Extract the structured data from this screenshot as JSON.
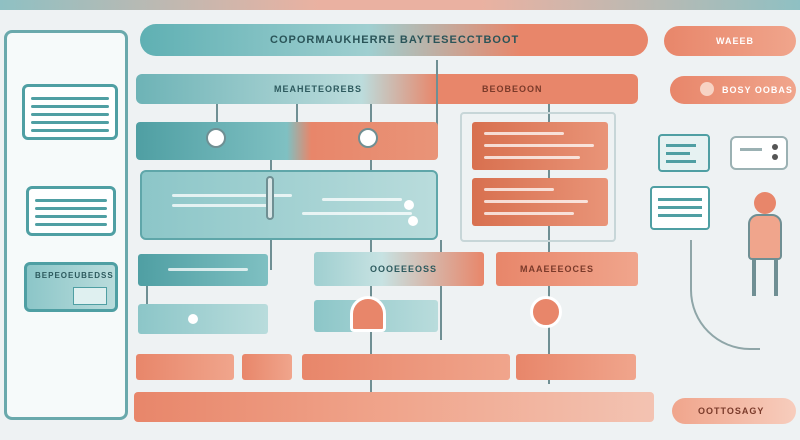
{
  "header": {
    "title": "COPORMAUKHERRE BAYTESECCTBOOT",
    "right_tab": "WAEEB"
  },
  "flow": {
    "top_bar_label": "MEAHETEOREBS",
    "right_block_label": "BEOBEOON",
    "mid_left_label": "OOOEEEOSS",
    "mid_right_label": "MAAEEEOCES"
  },
  "side_panel": {
    "card_label": "BEPEOEUBEDSS"
  },
  "device": {
    "bubble_label": "BOSY OOBAS"
  },
  "footer": {
    "label": "OOTTOSAGY"
  },
  "colors": {
    "teal": "#4f9fa3",
    "coral": "#e8866a",
    "background": "#eef2f3"
  }
}
